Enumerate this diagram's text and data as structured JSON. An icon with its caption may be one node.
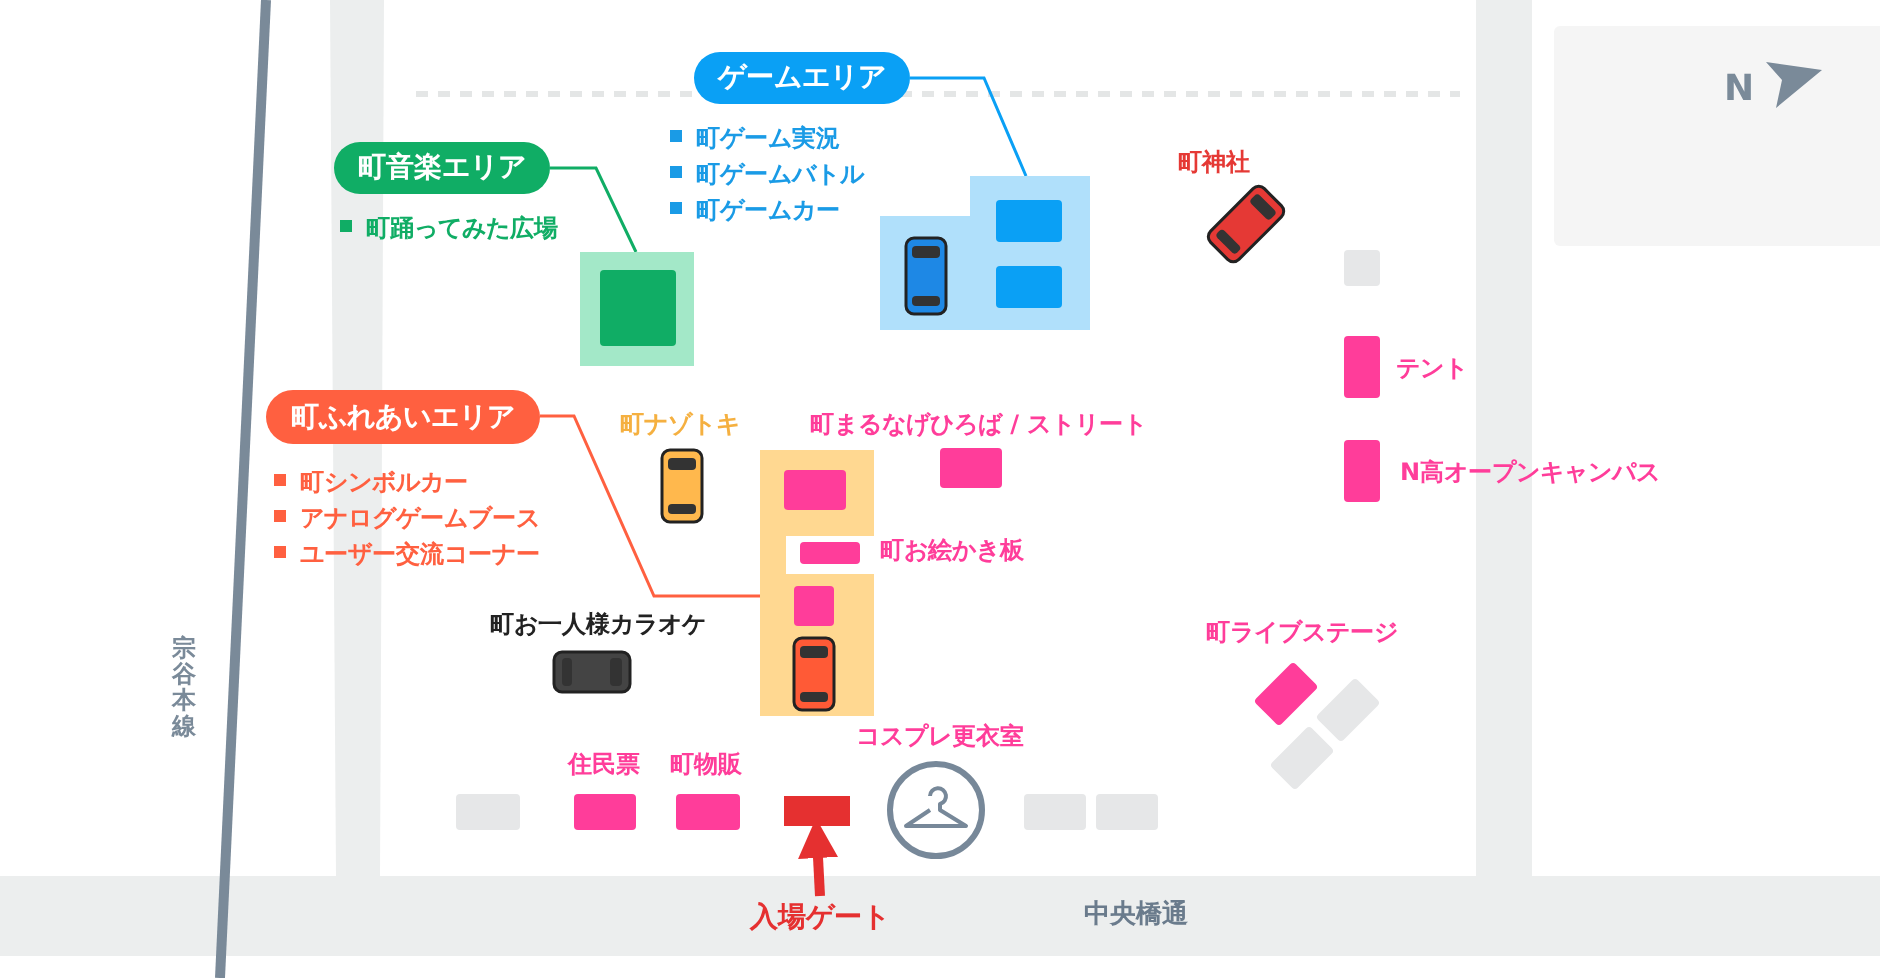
{
  "diagram": {
    "nodes": [
      {
        "text": [
          "ゲームエリア"
        ]
      },
      {
        "text": [],
        "shape": "box"
      },
      {
        "text": [
          "町音楽エリア"
        ]
      },
      {
        "text": [],
        "shape": "box"
      },
      {
        "text": [
          "町ふれあいエリア"
        ]
      },
      {
        "text": [],
        "shape": "box"
      },
      {
        "text": [
          "入場ゲート"
        ]
      },
      {
        "text": [],
        "shape": "box"
      }
    ],
    "edges": [
      {
        "from": 0,
        "to": 1,
        "arrow": "none",
        "color": "#0aa0f5"
      },
      {
        "from": 2,
        "to": 3,
        "arrow": "none",
        "color": "#10ad65"
      },
      {
        "from": 4,
        "to": 5,
        "arrow": "none",
        "color": "#ff6040"
      },
      {
        "from": 6,
        "to": 7,
        "arrow": "to",
        "style": "thick",
        "color": "#e53030"
      }
    ],
    "labels": [
      "N",
      "町ゲーム実況",
      "町ゲームバトル",
      "町ゲームカー",
      "町神社",
      "町踊ってみた広場",
      "テント",
      "町シンボルカー",
      "アナログゲームブース",
      "ユーザー交流コーナー",
      "町ナゾトキ",
      "町まるなげひろば / ストリート",
      "N高オープンキャンパス",
      "町お絵かき板",
      "町お一人様カラオケ",
      "町ライブステージ",
      "宗谷本線",
      "コスプレ更衣室",
      "住民票",
      "町物販",
      "中央橋通"
    ]
  }
}
